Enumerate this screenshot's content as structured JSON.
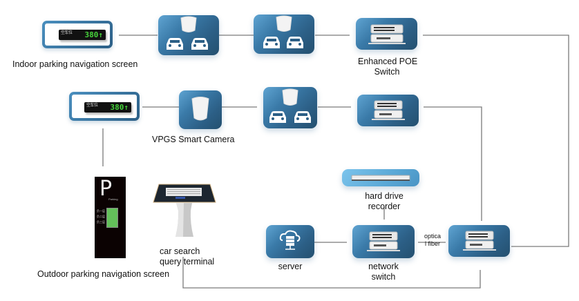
{
  "diagram": {
    "title": "",
    "nodes": {
      "indoor_screen": {
        "label": "Indoor parking navigation screen",
        "led_text_cn": "空车位",
        "led_number": "380",
        "led_arrow": "↑",
        "icon": "led-display-icon"
      },
      "camera_cars_1": {
        "label": "",
        "icon": "camera-with-cars-icon"
      },
      "camera_cars_2": {
        "label": "",
        "icon": "camera-with-cars-icon"
      },
      "poe_switch_top": {
        "label_line1": "Enhanced POE",
        "label_line2": "Switch",
        "icon": "network-switch-icon"
      },
      "indoor_screen_2": {
        "led_text_cn": "空车位",
        "led_number": "380",
        "led_arrow": "↑",
        "icon": "led-display-icon"
      },
      "smart_camera": {
        "label": "VPGS Smart Camera",
        "icon": "smart-camera-icon"
      },
      "camera_cars_3": {
        "label": "",
        "icon": "camera-with-cars-icon"
      },
      "poe_switch_mid": {
        "label": "",
        "icon": "network-switch-icon"
      },
      "hard_drive_recorder": {
        "label_line1": "hard drive",
        "label_line2": "recorder",
        "icon": "recorder-icon"
      },
      "outdoor_screen": {
        "label": "Outdoor parking navigation screen",
        "big_letter": "P",
        "sub_text": "Parking",
        "rows": [
          "负一层",
          "负二层",
          "负三层"
        ],
        "icon": "outdoor-sign-icon"
      },
      "kiosk": {
        "label_line1": "car search",
        "label_line2": "query terminal",
        "icon": "kiosk-terminal-icon"
      },
      "server": {
        "label": "server",
        "icon": "cloud-server-icon"
      },
      "network_switch": {
        "label_line1": "network",
        "label_line2": "switch",
        "icon": "network-switch-icon"
      },
      "core_switch": {
        "label": "",
        "icon": "network-switch-icon"
      }
    },
    "edges": {
      "optical_fiber_label_line1": "optica",
      "optical_fiber_label_line2": "l fiber"
    },
    "colors": {
      "node_gradient_light": "#5fa4d2",
      "node_gradient_dark": "#24506f",
      "wire": "#7a7a7a",
      "led_green": "#46d43a"
    }
  }
}
